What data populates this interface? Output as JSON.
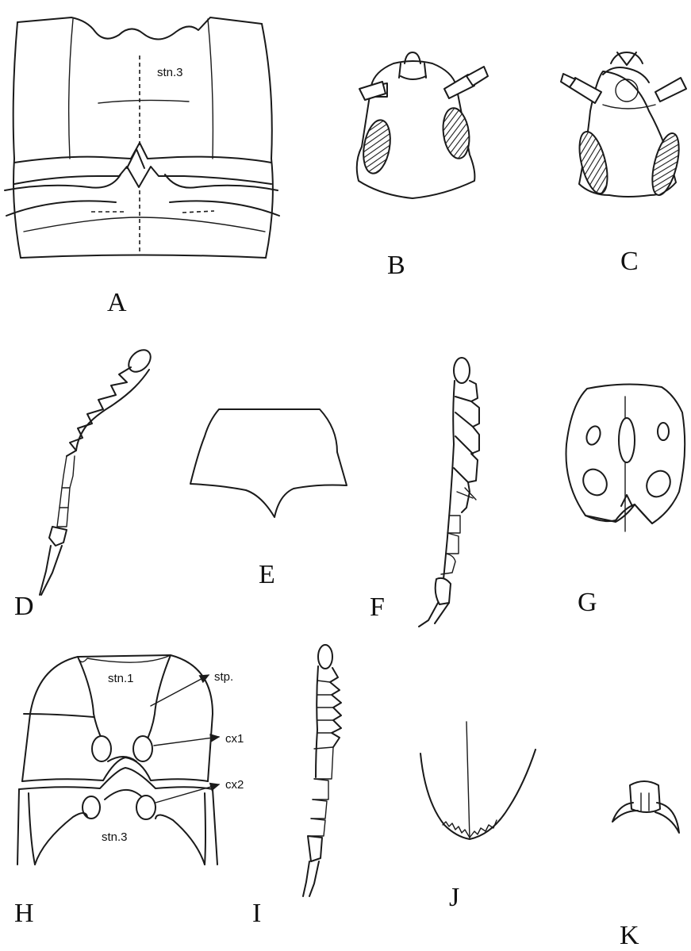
{
  "panels": {
    "A": {
      "letter": "A",
      "label": "stn.3"
    },
    "B": {
      "letter": "B"
    },
    "C": {
      "letter": "C"
    },
    "D": {
      "letter": "D"
    },
    "E": {
      "letter": "E"
    },
    "F": {
      "letter": "F"
    },
    "G": {
      "letter": "G"
    },
    "H": {
      "letter": "H",
      "labels": {
        "stn1": "stn.1",
        "stn3": "stn.3",
        "stp": "stp.",
        "cx1": "cx1",
        "cx2": "cx2"
      }
    },
    "I": {
      "letter": "I"
    },
    "J": {
      "letter": "J"
    },
    "K": {
      "letter": "K"
    }
  }
}
